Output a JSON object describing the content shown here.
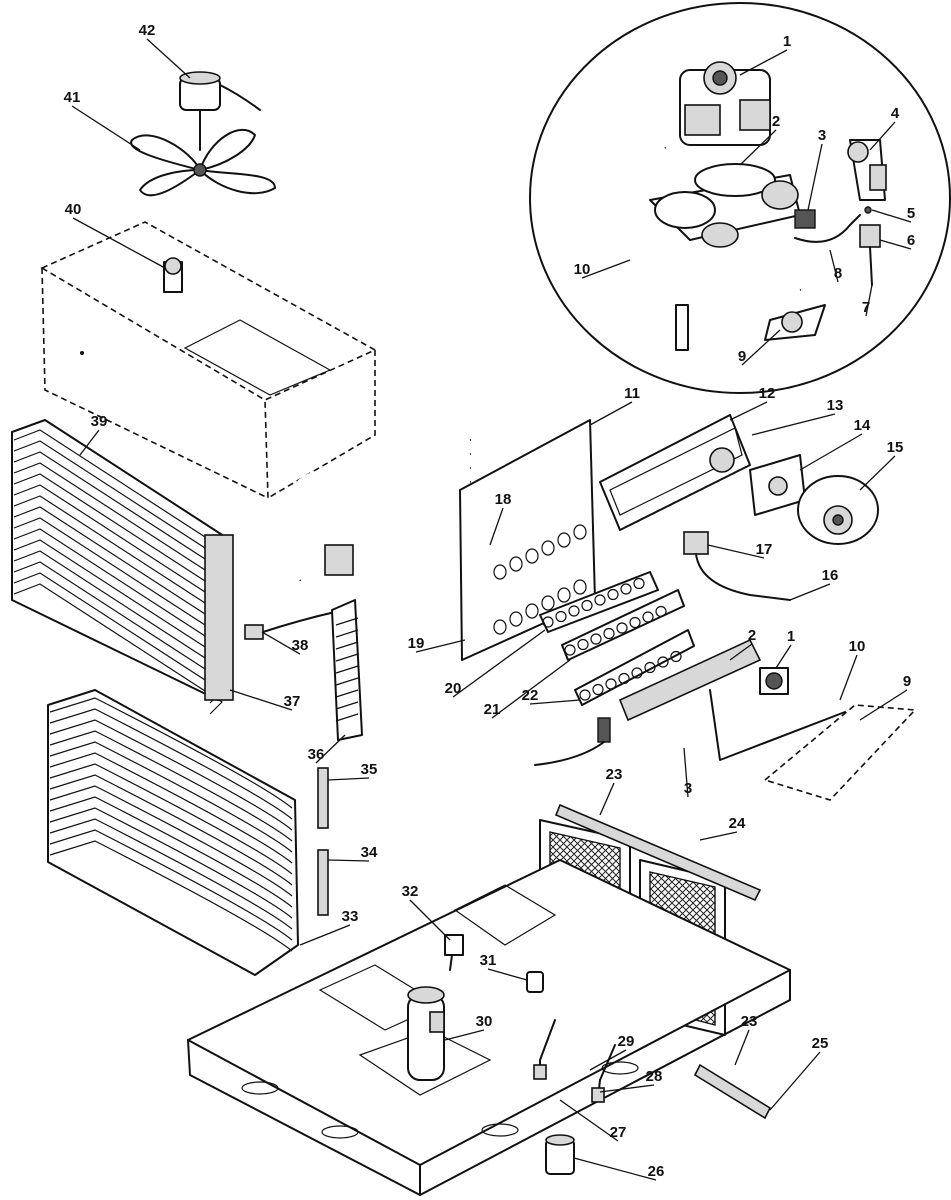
{
  "callouts": {
    "n1": "1",
    "n2": "2",
    "n3": "3",
    "n4": "4",
    "n5": "5",
    "n6": "6",
    "n7": "7",
    "n8": "8",
    "n9": "9",
    "n10": "10",
    "n11": "11",
    "n12": "12",
    "n13": "13",
    "n14": "14",
    "n15": "15",
    "n16": "16",
    "n17": "17",
    "n18": "18",
    "n19": "19",
    "n20": "20",
    "n21": "21",
    "n22": "22",
    "n23": "23",
    "n24": "24",
    "n25": "25",
    "n26": "26",
    "n27": "27",
    "n28": "28",
    "n29": "29",
    "n30": "30",
    "n31": "31",
    "n32": "32",
    "n33": "33",
    "n34": "34",
    "n35": "35",
    "n36": "36",
    "n37": "37",
    "n38": "38",
    "n39": "39",
    "n40": "40",
    "n41": "41",
    "n42": "42"
  }
}
